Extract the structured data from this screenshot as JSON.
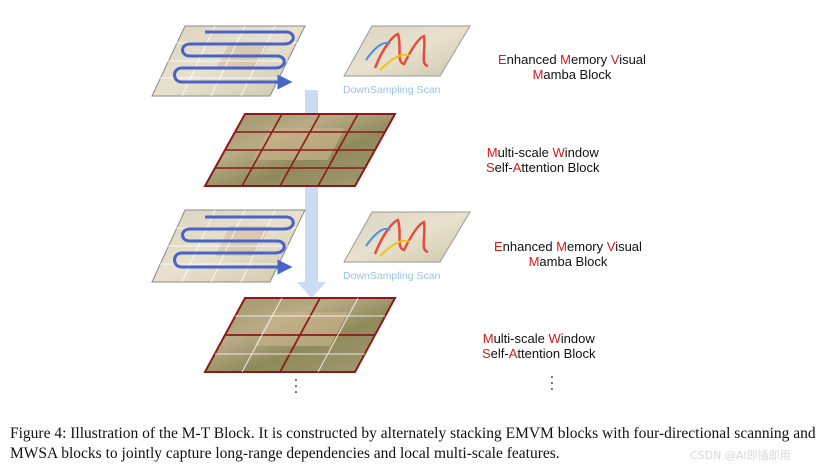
{
  "emvm_label": {
    "line1": [
      {
        "t": "E",
        "hl": true
      },
      {
        "t": "nhanced ",
        "hl": false
      },
      {
        "t": "M",
        "hl": true
      },
      {
        "t": "emory ",
        "hl": false
      },
      {
        "t": "V",
        "hl": true
      },
      {
        "t": "isual",
        "hl": false
      }
    ],
    "line2": [
      {
        "t": "M",
        "hl": true
      },
      {
        "t": "amba Block",
        "hl": false
      }
    ]
  },
  "mwsa_label": {
    "line1": [
      {
        "t": "M",
        "hl": true
      },
      {
        "t": "ulti-scale ",
        "hl": false
      },
      {
        "t": "W",
        "hl": true
      },
      {
        "t": "indow",
        "hl": false
      }
    ],
    "line2": [
      {
        "t": "S",
        "hl": true
      },
      {
        "t": "elf-",
        "hl": false
      },
      {
        "t": "A",
        "hl": true
      },
      {
        "t": "ttention Block",
        "hl": false
      }
    ]
  },
  "scan_caption": "DownSampling Scan",
  "caption": "Figure 4: Illustration of the M-T Block. It is constructed by alternately stacking EMVM blocks with four-directional scanning and MWSA blocks to jointly capture long-range dependencies and local multi-scale features.",
  "watermark": "CSDN @AI即插即用",
  "colors": {
    "highlight": "#d11a1a",
    "scan_path": "#4a63c9",
    "window_grid": "#8b1a1a",
    "flow_arrow": "#c9dcf3",
    "scan_caption": "#9cc2e6"
  }
}
